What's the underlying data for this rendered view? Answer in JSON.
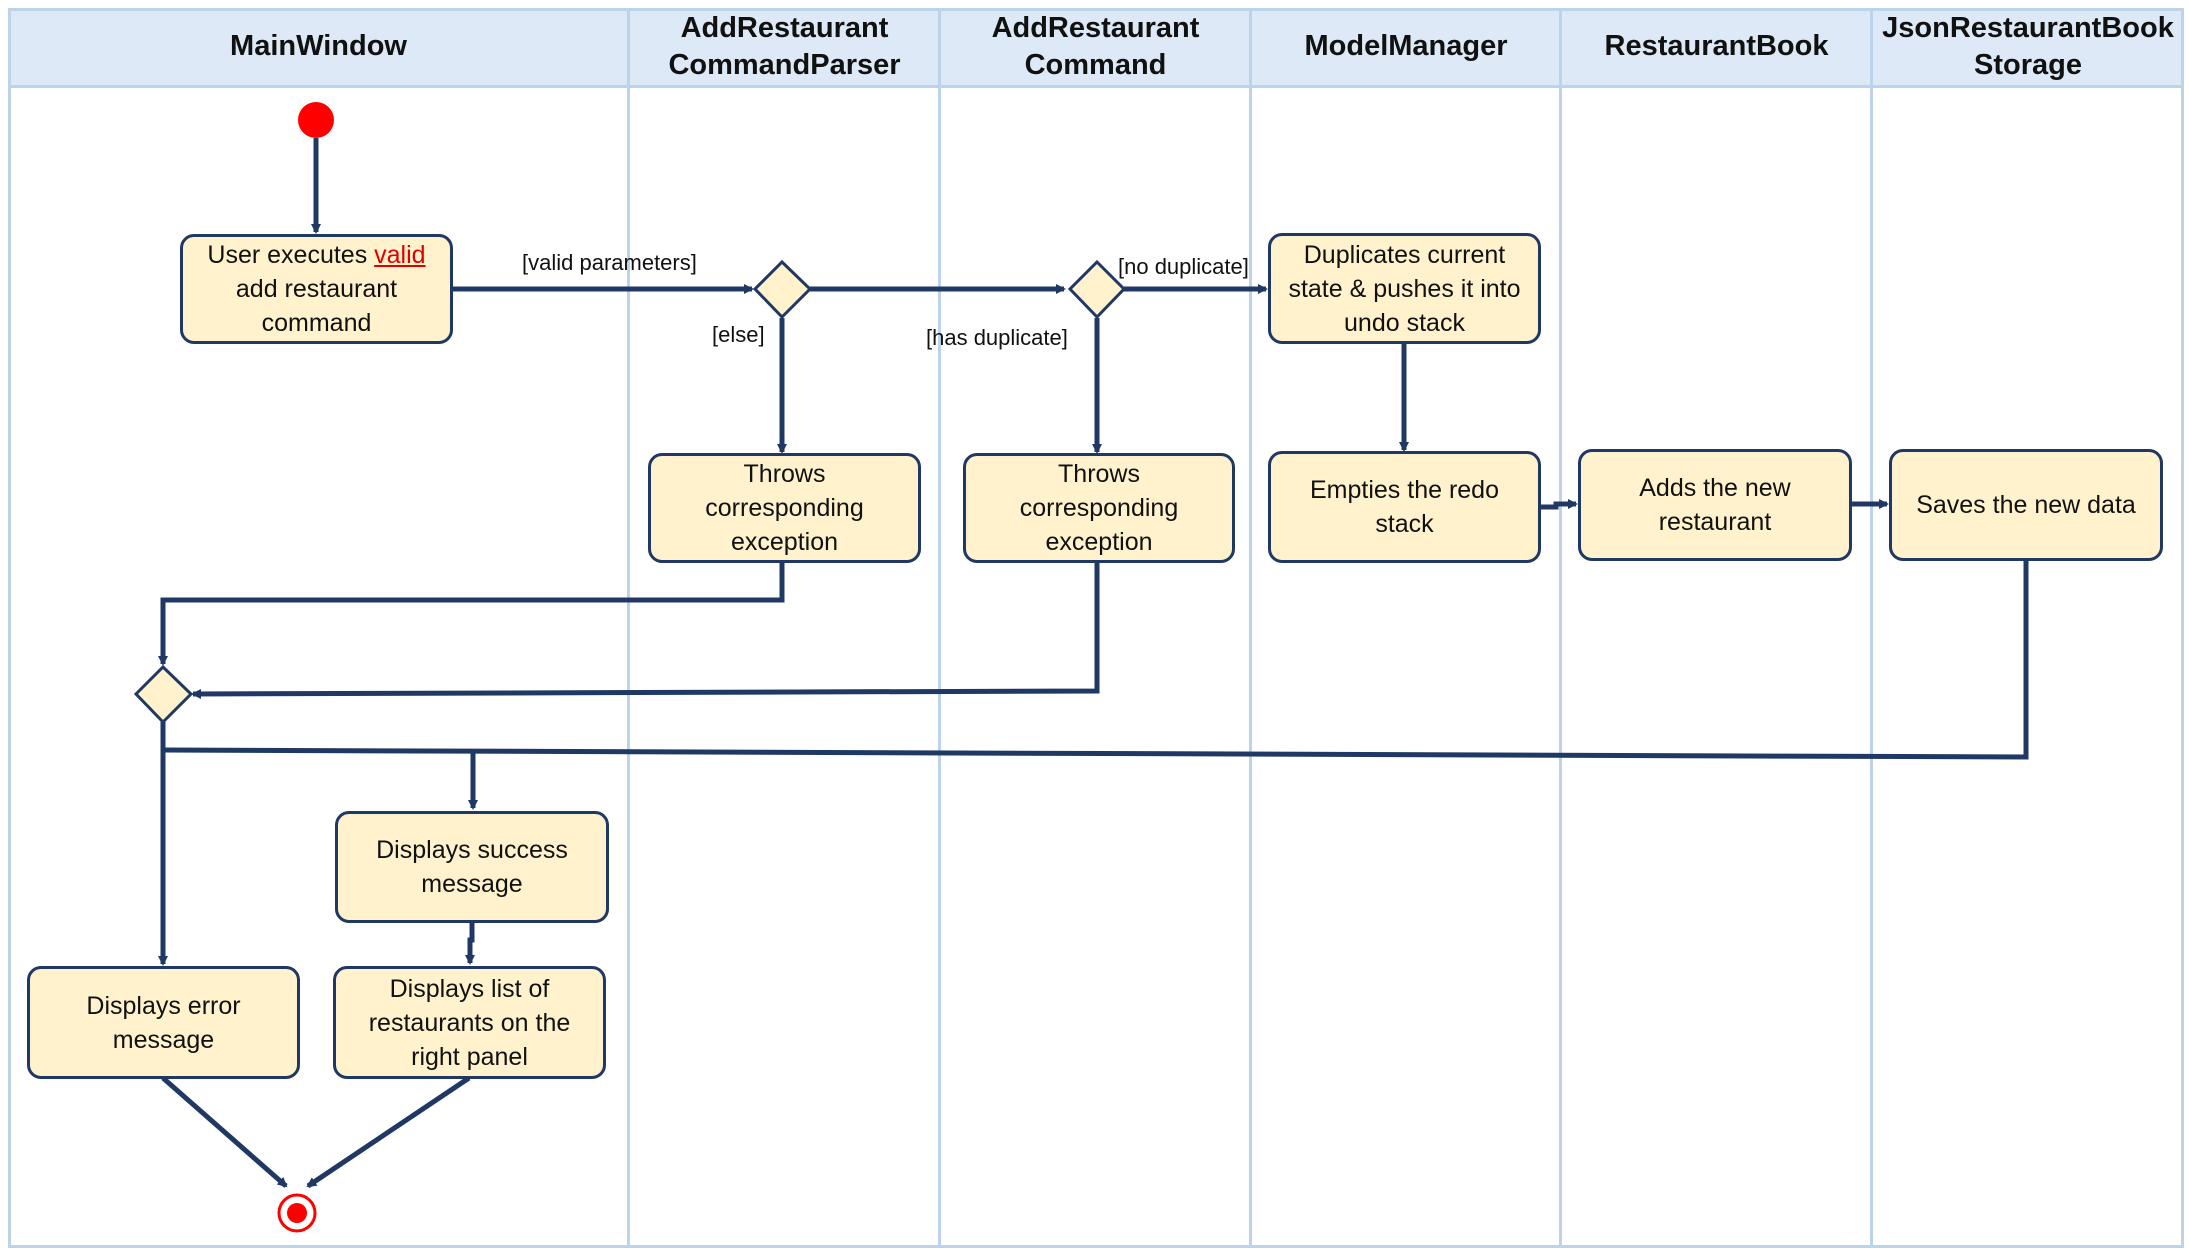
{
  "lanes": [
    {
      "name": "MainWindow"
    },
    {
      "name": "AddRestaurant\nCommandParser"
    },
    {
      "name": "AddRestaurant\nCommand"
    },
    {
      "name": "ModelManager"
    },
    {
      "name": "RestaurantBook"
    },
    {
      "name": "JsonRestaurantBook\nStorage"
    }
  ],
  "activities": {
    "user_exec_pre": "User executes ",
    "user_exec_valid": "valid",
    "user_exec_post": " add restaurant command",
    "throws_parser": "Throws corresponding exception",
    "throws_command": "Throws corresponding exception",
    "duplicates_state": "Duplicates current state & pushes it into undo stack",
    "empties_redo": "Empties the redo stack",
    "adds_restaurant": "Adds the new restaurant",
    "saves_data": "Saves the new data",
    "success_message": "Displays success message",
    "list_restaurants": "Displays list of restaurants on the right panel",
    "error_message": "Displays error message"
  },
  "guards": {
    "valid_parameters": "[valid parameters]",
    "else": "[else]",
    "no_duplicate": "[no duplicate]",
    "has_duplicate": "[has duplicate]"
  },
  "colors": {
    "lane_header": "#dde9f6",
    "lane_border": "#bcd3ea",
    "activity_fill": "#fff2cc",
    "arrow": "#1f3864",
    "start_node": "#ff0000",
    "highlight_text": "#e00000"
  }
}
